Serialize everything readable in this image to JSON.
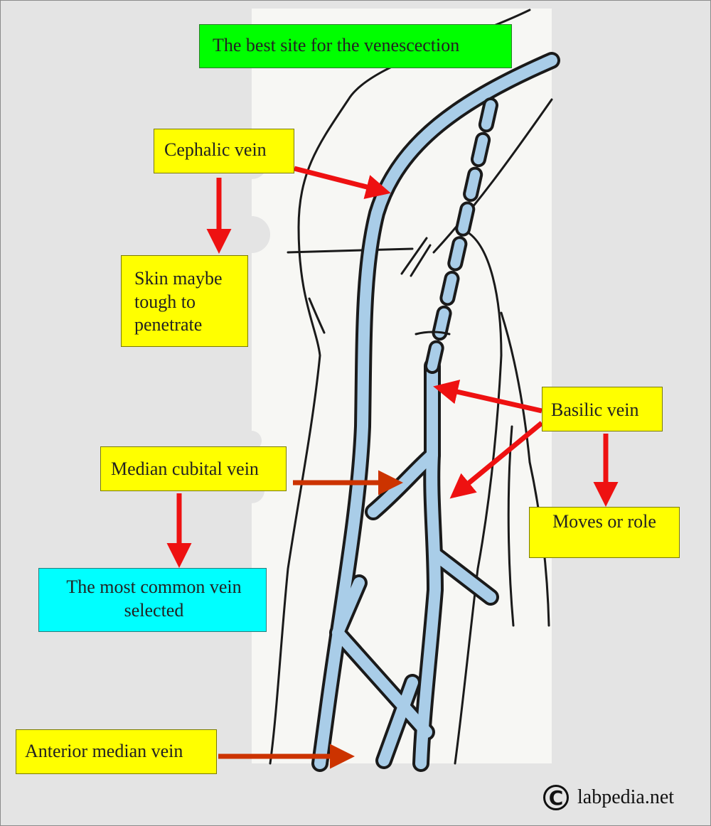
{
  "title": "The best site for the venescection",
  "labels": {
    "cephalic_vein": "Cephalic vein",
    "cephalic_note": "Skin maybe tough to penetrate",
    "basilic_vein": "Basilic vein",
    "basilic_note": "Moves or role",
    "median_cubital_vein": "Median cubital vein",
    "median_cubital_note": "The most common vein selected",
    "anterior_median_vein": "Anterior median vein"
  },
  "copyright": {
    "symbol": "C",
    "text": "labpedia.net"
  },
  "colors": {
    "arrow_red": "#ee1111",
    "arrow_brown": "#cc3300",
    "vein_fill": "#a9cde8",
    "title_bg": "#00ff00",
    "label_bg": "#ffff00",
    "highlight_bg": "#00ffff"
  }
}
